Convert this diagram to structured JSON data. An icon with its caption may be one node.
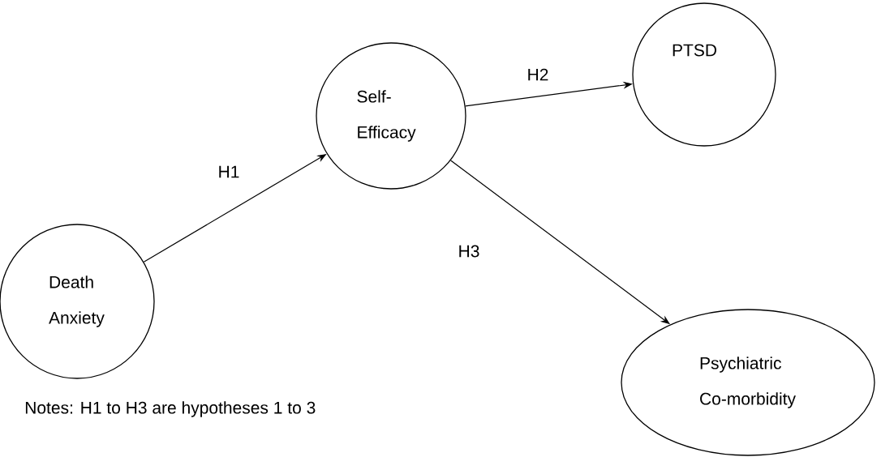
{
  "diagram": {
    "nodes": [
      {
        "text": [
          "Death Anxiety"
        ]
      },
      {
        "text": [
          "Self- Efficacy"
        ]
      },
      {
        "text": [
          "PTSD"
        ]
      },
      {
        "text": [
          "Psychiatric Co-morbidity"
        ]
      }
    ],
    "edges": [
      {
        "from": 0,
        "to": 1,
        "arrow": "to",
        "label": "H1"
      },
      {
        "from": 1,
        "to": 2,
        "arrow": "to",
        "label": "H2"
      },
      {
        "from": 1,
        "to": 3,
        "arrow": "to",
        "label": "H3"
      }
    ],
    "labels": [
      "Notes: H1 to H3 are hypotheses 1 to 3"
    ]
  }
}
